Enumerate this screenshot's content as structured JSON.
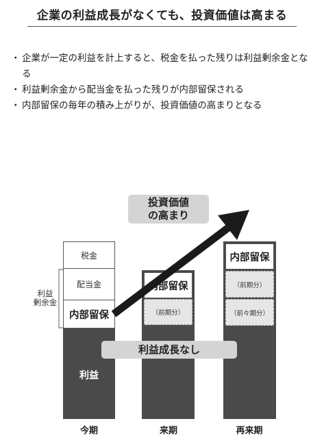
{
  "title": "企業の利益成長がなくても、投資価値は高まる",
  "bullets": [
    "企業が一定の利益を計上すると、税金を払った残りは利益剰余金となる",
    "利益剰余金から配当金を払った残りが内部留保される",
    "内部留保の毎年の積み上がりが、投資価値の高まりとなる"
  ],
  "diagram": {
    "arrow_label": "投資価値の高まり",
    "arrow_label_lines": [
      "投資価値",
      "の高まり"
    ],
    "flat_label": "利益成長なし",
    "side_label": "利益剰余金",
    "side_label_lines": [
      "利益",
      "剰余金"
    ],
    "columns": [
      {
        "x_label": "今期",
        "profit": "利益",
        "tax": "税金",
        "dividend": "配当金",
        "retained": "内部留保"
      },
      {
        "x_label": "来期",
        "retained": "内部留保",
        "prior_1": "（前期分）"
      },
      {
        "x_label": "再来期",
        "retained": "内部留保",
        "prior_1": "（前期分）",
        "prior_2": "（前々期分）"
      }
    ]
  },
  "colors": {
    "bar": "#4a4a4a",
    "pill": "#d4d4d4",
    "arrow": "#1a1a1a",
    "dashed_fill": "#e6e6e6"
  }
}
